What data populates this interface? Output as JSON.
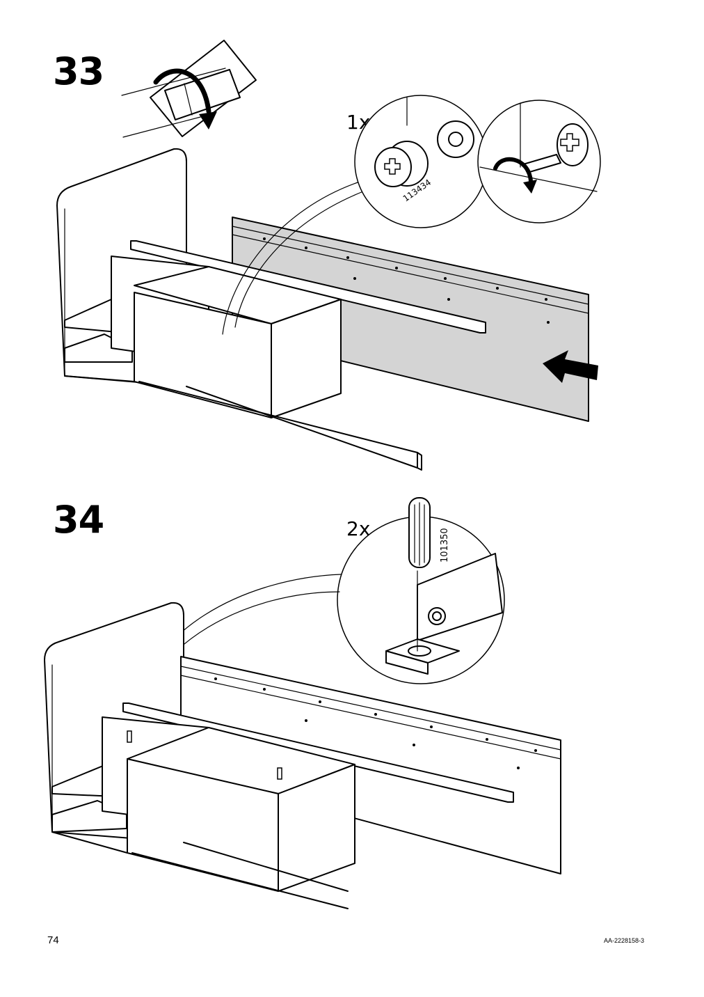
{
  "steps": [
    {
      "number": "33",
      "quantity_label": "1x",
      "part_number": "113434"
    },
    {
      "number": "34",
      "quantity_label": "2x",
      "part_number": "101350"
    }
  ],
  "footer": {
    "page_number": "74",
    "document_code": "AA-2228158-3"
  },
  "icons": [
    "rotate-arrow-icon",
    "push-arrow-icon",
    "turn-arrow-icon",
    "cam-lock-icon",
    "dowel-icon"
  ]
}
